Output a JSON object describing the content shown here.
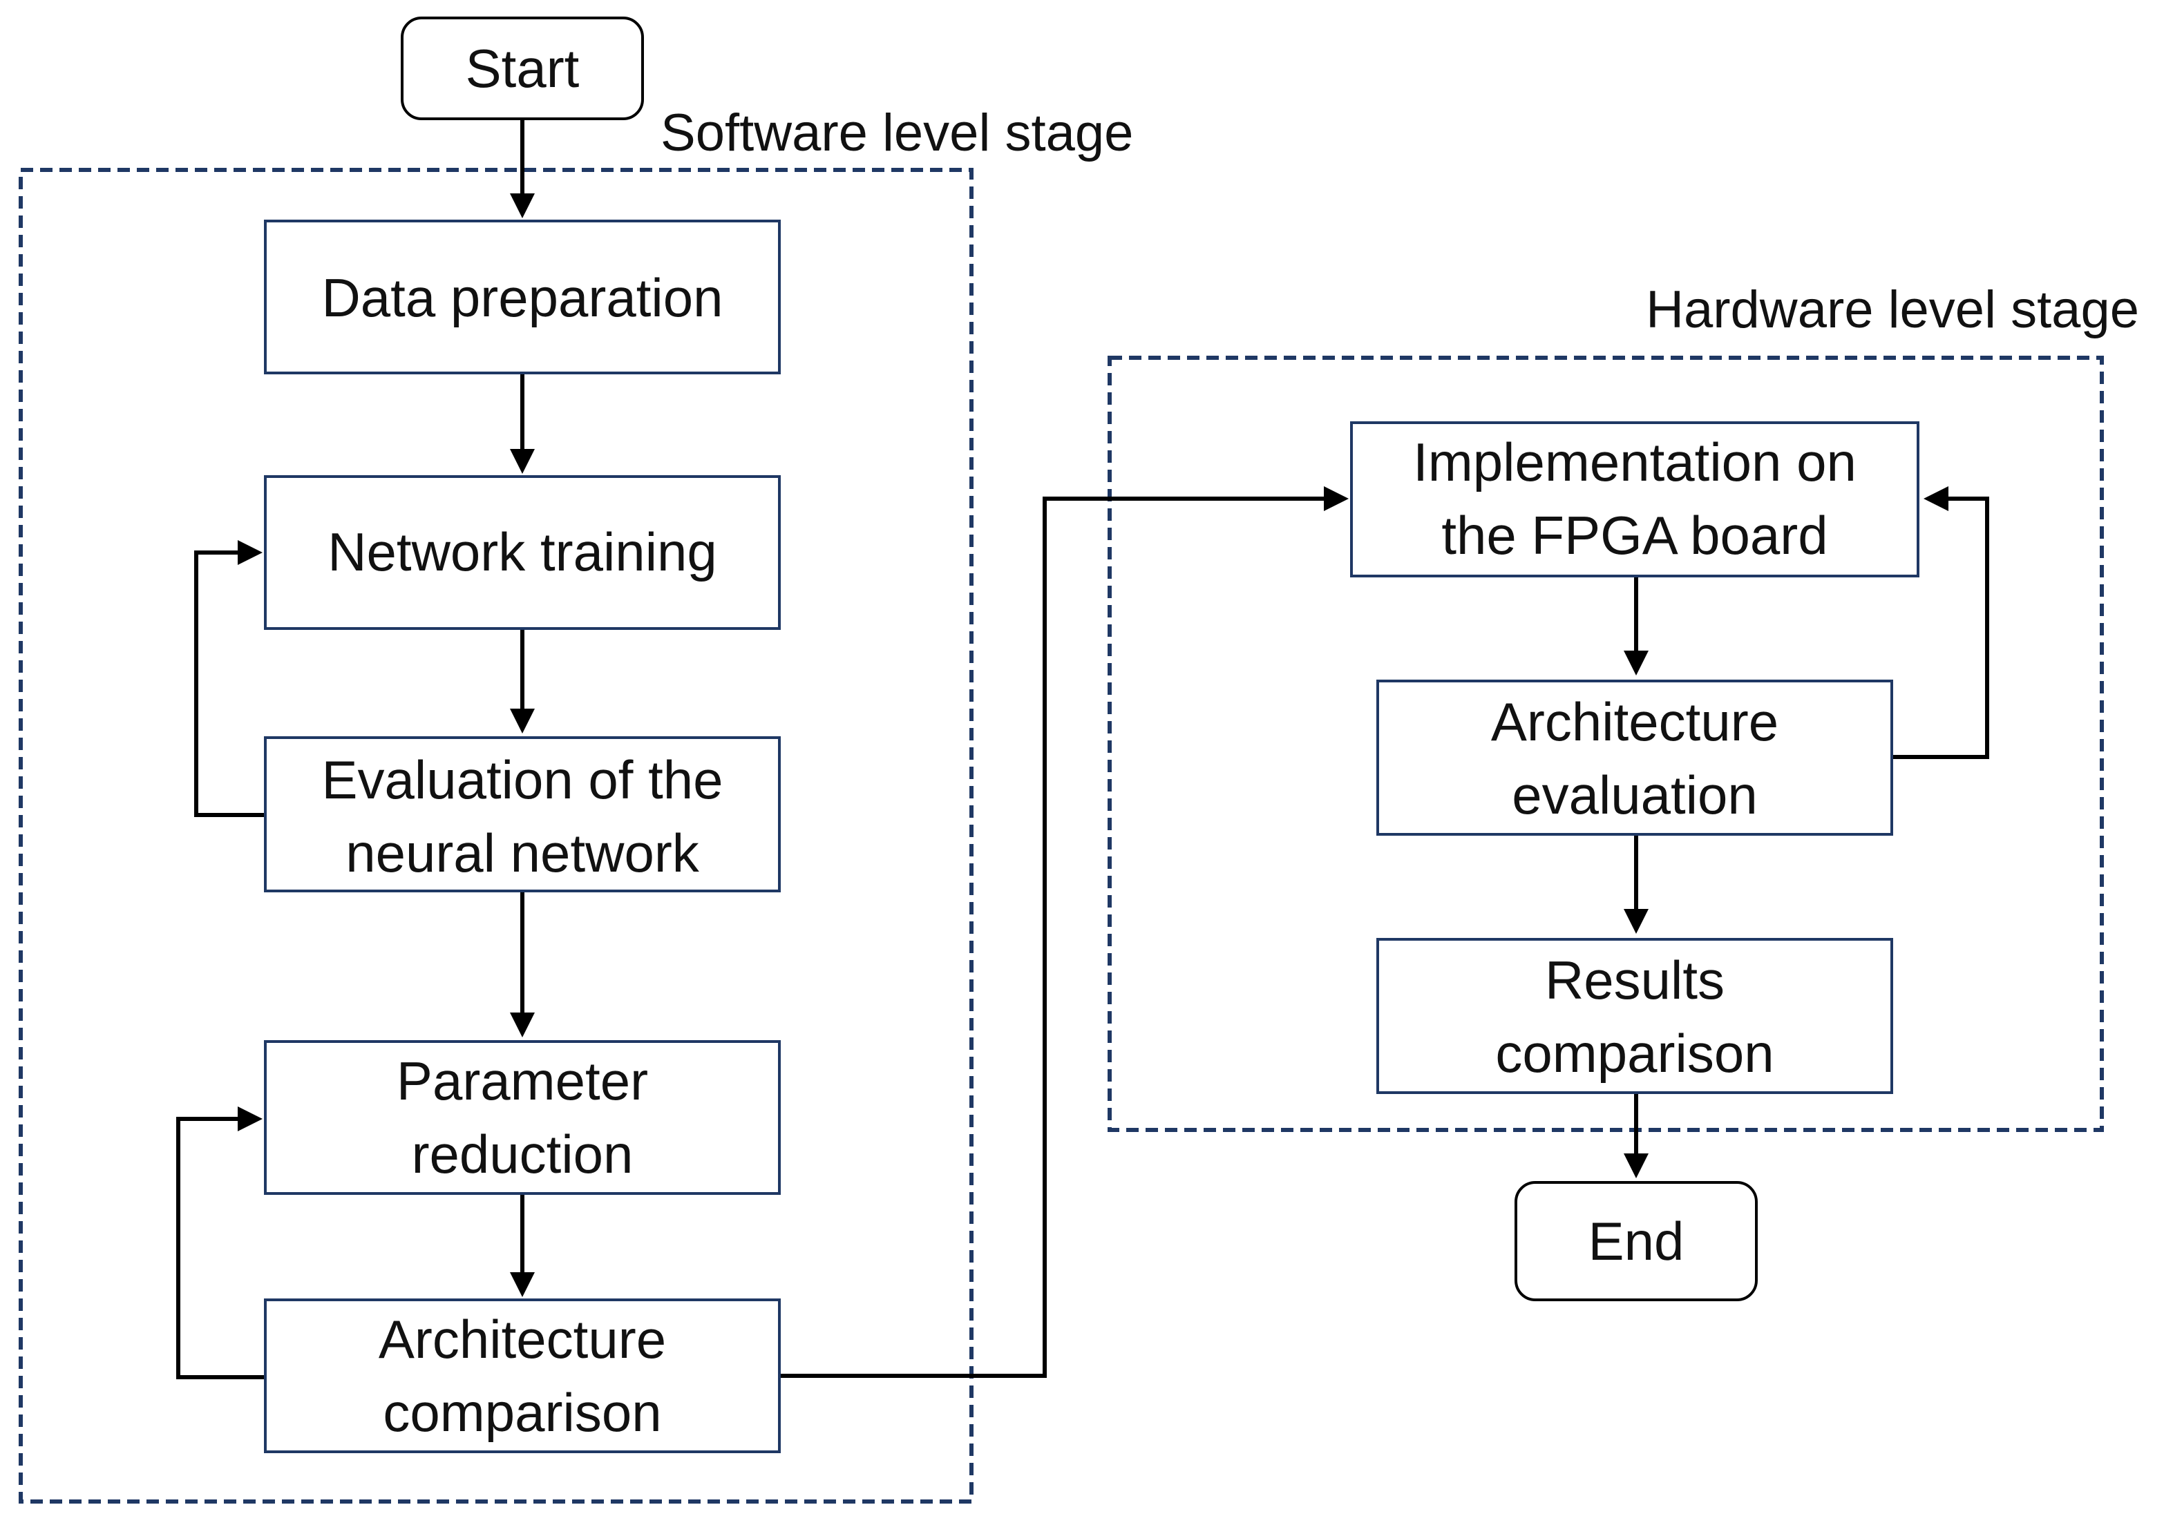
{
  "stages": {
    "software": "Software level stage",
    "hardware": "Hardware level stage"
  },
  "nodes": {
    "start": "Start",
    "data_preparation": "Data preparation",
    "network_training": "Network training",
    "evaluation": [
      "Evaluation of the",
      "neural network"
    ],
    "parameter_reduction": [
      "Parameter",
      "reduction"
    ],
    "architecture_comparison": [
      "Architecture",
      "comparison"
    ],
    "implementation_fpga": [
      "Implementation on",
      "the FPGA board"
    ],
    "architecture_evaluation": [
      "Architecture",
      "evaluation"
    ],
    "results_comparison": [
      "Results",
      "comparison"
    ],
    "end": "End"
  },
  "colors": {
    "box_stroke": "#1f3864",
    "arrow": "#000000"
  }
}
